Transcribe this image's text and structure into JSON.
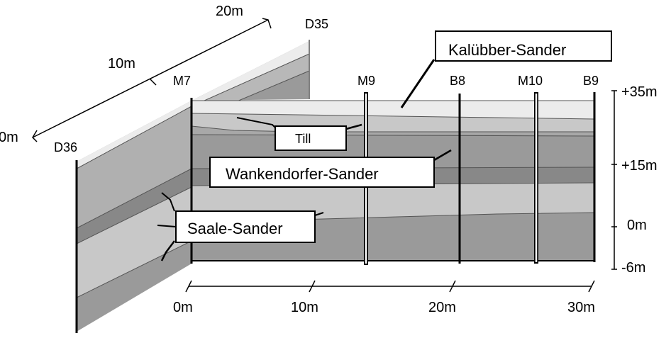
{
  "boreholes": {
    "d36": "D36",
    "m7": "M7",
    "d35": "D35",
    "m9": "M9",
    "b8": "B8",
    "m10": "M10",
    "b9": "B9"
  },
  "depth_scale": {
    "plus35": "+35m",
    "plus15": "+15m",
    "zero": "0m",
    "minus6": "-6m"
  },
  "front_scale": {
    "t0": "0m",
    "t10": "10m",
    "t20": "20m",
    "t30": "30m"
  },
  "side_scale": {
    "t0": "0m",
    "t10": "10m",
    "t20": "20m"
  },
  "layers": {
    "kalubber": "Kalübber-Sander",
    "till": "Till",
    "wankendorfer": "Wankendorfer-Sander",
    "saale": "Saale-Sander"
  },
  "colors": {
    "surface": "#ececec",
    "layer_light": "#c8c8c8",
    "layer_mid": "#b4b4b4",
    "layer_dark": "#989898",
    "line": "#000000"
  }
}
